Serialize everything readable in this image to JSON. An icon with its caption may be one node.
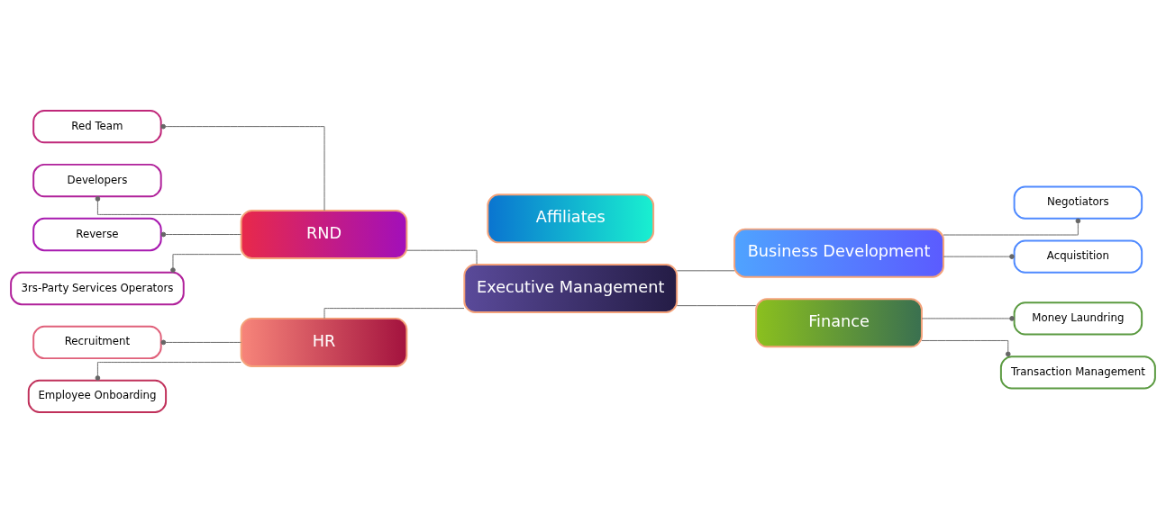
{
  "diagram": {
    "nodes": [
      {
        "text": [
          "Executive Management"
        ]
      },
      {
        "text": [
          "RND"
        ]
      },
      {
        "text": [
          "Business Development"
        ]
      },
      {
        "text": [
          "HR"
        ]
      },
      {
        "text": [
          "Finance"
        ]
      },
      {
        "text": [
          "Affiliates"
        ]
      },
      {
        "text": [
          "Red Team"
        ]
      },
      {
        "text": [
          "Developers"
        ]
      },
      {
        "text": [
          "Reverse"
        ]
      },
      {
        "text": [
          "3rs-Party Services Operators"
        ]
      },
      {
        "text": [
          "Negotiators"
        ]
      },
      {
        "text": [
          "Acquistition"
        ]
      },
      {
        "text": [
          "Recruitment"
        ]
      },
      {
        "text": [
          "Employee Onboarding"
        ]
      },
      {
        "text": [
          "Money Laundring"
        ]
      },
      {
        "text": [
          "Transaction Management"
        ]
      }
    ],
    "edges": [
      {
        "from": 1,
        "to": 0,
        "arrow": "none"
      },
      {
        "from": 0,
        "to": 2,
        "arrow": "none"
      },
      {
        "from": 3,
        "to": 0,
        "arrow": "none"
      },
      {
        "from": 0,
        "to": 4,
        "arrow": "none"
      },
      {
        "from": 6,
        "to": 1,
        "arrow": "other"
      },
      {
        "from": 7,
        "to": 1,
        "arrow": "other"
      },
      {
        "from": 8,
        "to": 1,
        "arrow": "other"
      },
      {
        "from": 9,
        "to": 1,
        "arrow": "other"
      },
      {
        "from": 2,
        "to": 10,
        "arrow": "other"
      },
      {
        "from": 2,
        "to": 11,
        "arrow": "other"
      },
      {
        "from": 12,
        "to": 3,
        "arrow": "other"
      },
      {
        "from": 13,
        "to": 3,
        "arrow": "other"
      },
      {
        "from": 4,
        "to": 14,
        "arrow": "other"
      },
      {
        "from": 4,
        "to": 15,
        "arrow": "other"
      }
    ]
  }
}
